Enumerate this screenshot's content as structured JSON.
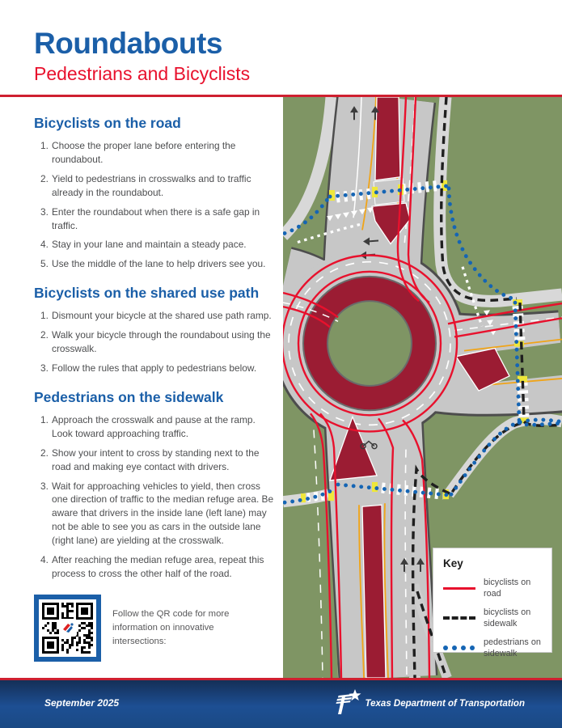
{
  "header": {
    "title": "Roundabouts",
    "subtitle": "Pedestrians and Bicyclists"
  },
  "sections": [
    {
      "heading": "Bicyclists on the road",
      "items": [
        {
          "num": "1.",
          "text": "Choose the proper lane before entering the roundabout."
        },
        {
          "num": "2.",
          "text": "Yield to pedestrians in crosswalks and to traffic already in the roundabout."
        },
        {
          "num": "3.",
          "text": "Enter the roundabout when there is a safe gap in traffic."
        },
        {
          "num": "4.",
          "text": "Stay in your lane and maintain a steady pace."
        },
        {
          "num": "5.",
          "text": "Use the middle of the lane to help drivers see you."
        }
      ]
    },
    {
      "heading": "Bicyclists on the shared use path",
      "items": [
        {
          "num": "1.",
          "text": "Dismount your bicycle at the shared use path ramp."
        },
        {
          "num": "2.",
          "text": "Walk your bicycle through the roundabout using the crosswalk."
        },
        {
          "num": "3.",
          "text": "Follow the rules that apply to pedestrians below."
        }
      ]
    },
    {
      "heading": "Pedestrians on the sidewalk",
      "items": [
        {
          "num": "1.",
          "text": "Approach the crosswalk and pause at the ramp. Look toward approaching traffic."
        },
        {
          "num": "2.",
          "text": "Show your intent to cross by standing next to the road and making eye contact with drivers."
        },
        {
          "num": "3.",
          "text": "Wait for approaching vehicles to yield, then cross one direction of traffic to the median refuge area. Be aware that drivers in the inside lane (left lane) may not be able to see you as cars in the outside lane (right lane) are yielding at the crosswalk."
        },
        {
          "num": "4.",
          "text": "After reaching the median refuge area, repeat this process to cross the other half of the road."
        }
      ]
    }
  ],
  "qr": {
    "caption": "Follow the QR code for more information on innovative intersections:"
  },
  "legend": {
    "title": "Key",
    "entries": [
      {
        "style": "solid",
        "color": "#e8112d",
        "label": "bicyclists on road"
      },
      {
        "style": "dashed",
        "color": "#1f1f1f",
        "label": "bicyclists on sidewalk"
      },
      {
        "style": "dotted",
        "color": "#1565b4",
        "label": "pedestrians on sidewalk"
      }
    ]
  },
  "footer": {
    "date": "September 2025",
    "agency": "Texas Department of Transportation"
  },
  "colors": {
    "heading_blue": "#1b5fa8",
    "accent_red": "#e8112d",
    "rule_red": "#cf2030",
    "grass_green": "#7f9564",
    "road_gray": "#c7c7c7",
    "island_maroon": "#9b1c33",
    "lane_yellow": "#f0a418",
    "footer_navy": "#1d4f93"
  }
}
